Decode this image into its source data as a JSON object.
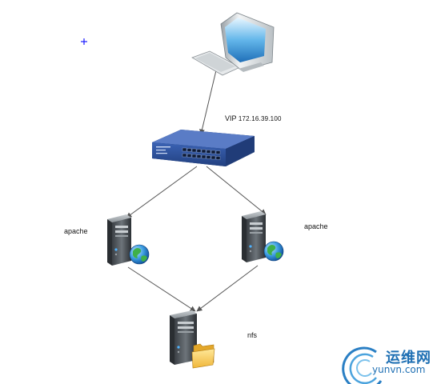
{
  "diagram": {
    "vip_prefix": "VIP",
    "vip_address": "172.16.39.100",
    "server_left_label": "apache",
    "server_right_label": "apache",
    "storage_label": "nfs"
  },
  "watermark": {
    "brand_cn": "运维网",
    "brand_url": "yunvn.com"
  },
  "nodes": {
    "client_icon": "desktop-computer",
    "switch_icon": "network-switch",
    "web_server_icon": "server-with-globe",
    "nfs_server_icon": "server-with-folder",
    "cursor_icon": "crosshair-cursor"
  },
  "colors": {
    "switch_blue": "#2c4f9a",
    "arrow_gray": "#555555",
    "watermark_blue": "#1e6fb3",
    "cursor_blue": "#1a1aff"
  }
}
